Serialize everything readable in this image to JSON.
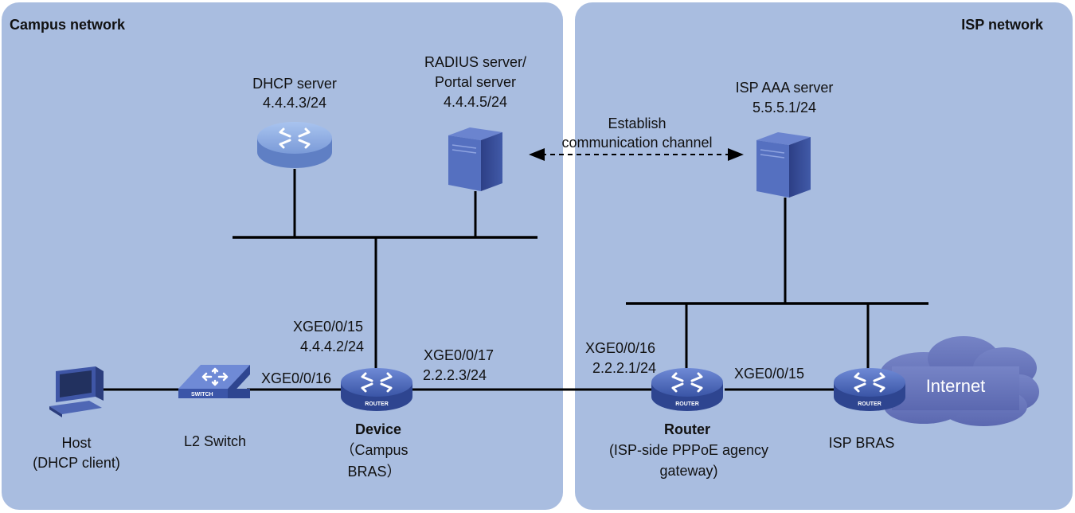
{
  "zones": {
    "campus_title": "Campus network",
    "isp_title": "ISP network"
  },
  "dhcp_server": {
    "name": "DHCP server",
    "ip": "4.4.4.3/24"
  },
  "radius_server": {
    "line1": "RADIUS server/",
    "line2": "Portal server",
    "ip": "4.4.4.5/24"
  },
  "aaa_server": {
    "name": "ISP AAA server",
    "ip": "5.5.5.1/24"
  },
  "channel": {
    "line1": "Establish",
    "line2": "communication channel"
  },
  "host": {
    "line1": "Host",
    "line2": "(DHCP client)"
  },
  "l2_switch": {
    "name": "L2 Switch",
    "badge": "SWITCH"
  },
  "device": {
    "name": "Device",
    "line2": "（Campus",
    "line3": "BRAS）",
    "badge": "ROUTER",
    "if_up_name": "XGE0/0/15",
    "if_up_ip": "4.4.4.2/24",
    "if_left": "XGE0/0/16",
    "if_right_name": "XGE0/0/17",
    "if_right_ip": "2.2.2.3/24"
  },
  "router": {
    "name": "Router",
    "line2": "(ISP-side PPPoE agency",
    "line3": "gateway)",
    "badge": "ROUTER",
    "if_left_name": "XGE0/0/16",
    "if_left_ip": "2.2.2.1/24",
    "if_right": "XGE0/0/15"
  },
  "isp_bras": {
    "name": "ISP BRAS",
    "badge": "ROUTER"
  },
  "internet": {
    "label": "Internet"
  },
  "colors": {
    "zone_fill": "#a9bde0",
    "device_blue": "#3b55a8",
    "cloud": "#6a78bd"
  }
}
